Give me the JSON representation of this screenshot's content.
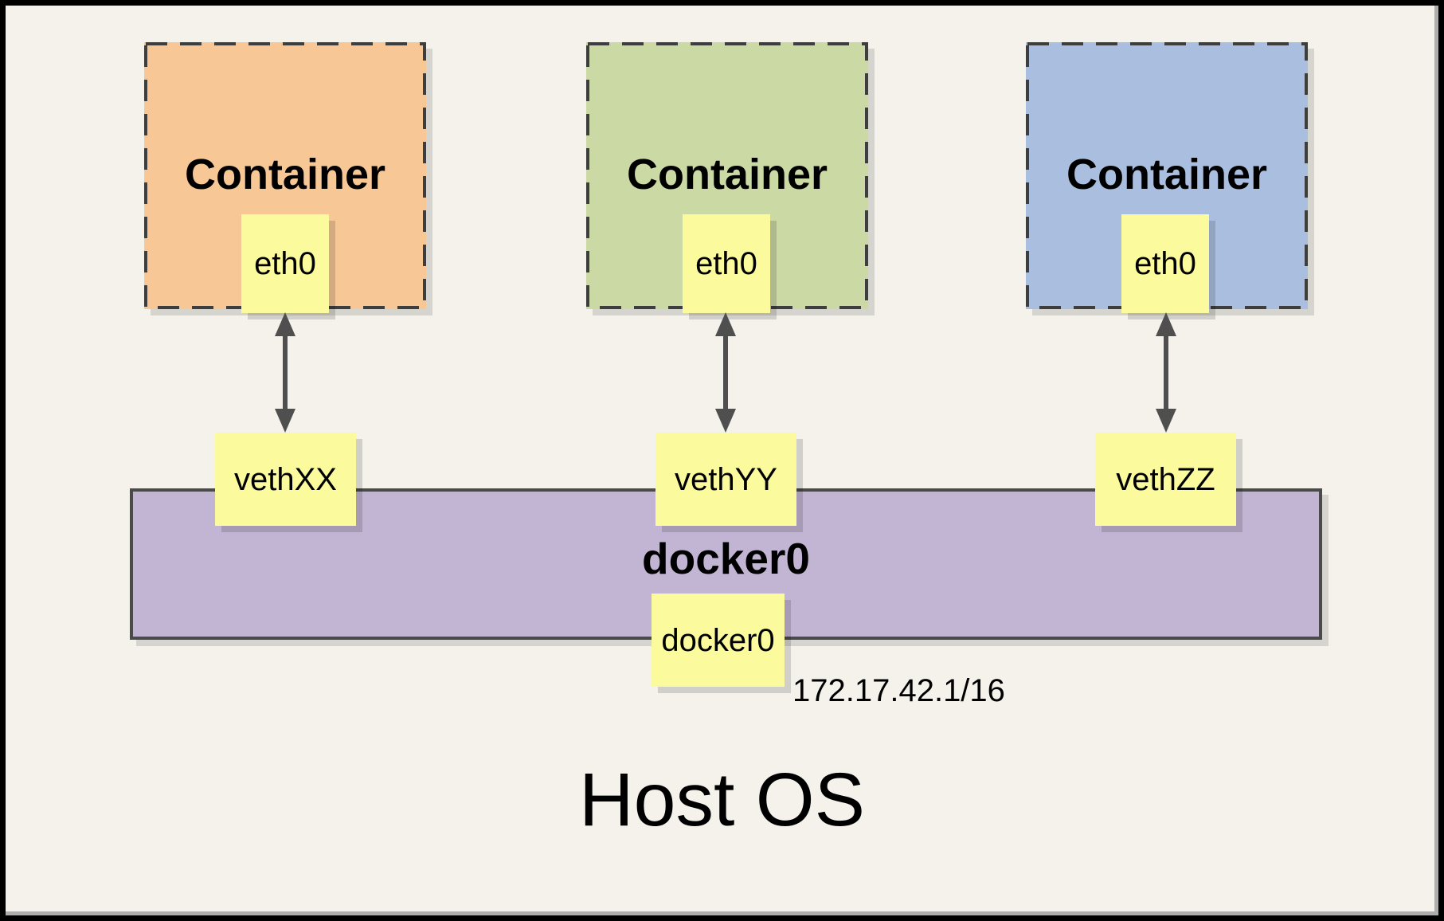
{
  "colors": {
    "background": "#F4F2EB",
    "frame_border": "#000000",
    "dashed_border": "#3E3E3E",
    "arrow": "#4F4F4F",
    "bridge_border": "#4A4A4A",
    "container_orange": "#F7C795",
    "container_green": "#CBD9A4",
    "container_blue": "#AABFDF",
    "interface_yellow": "#FBFB9D",
    "bridge_purple": "#C2B4D3"
  },
  "containers": [
    {
      "label": "Container",
      "interface_label": "eth0",
      "veth_label": "vethXX",
      "fill": "#F7C795"
    },
    {
      "label": "Container",
      "interface_label": "eth0",
      "veth_label": "vethYY",
      "fill": "#CBD9A4"
    },
    {
      "label": "Container",
      "interface_label": "eth0",
      "veth_label": "vethZZ",
      "fill": "#AABFDF"
    }
  ],
  "bridge": {
    "label": "docker0",
    "interface_label": "docker0",
    "ip_address": "172.17.42.1/16"
  },
  "host": {
    "label": "Host OS"
  }
}
